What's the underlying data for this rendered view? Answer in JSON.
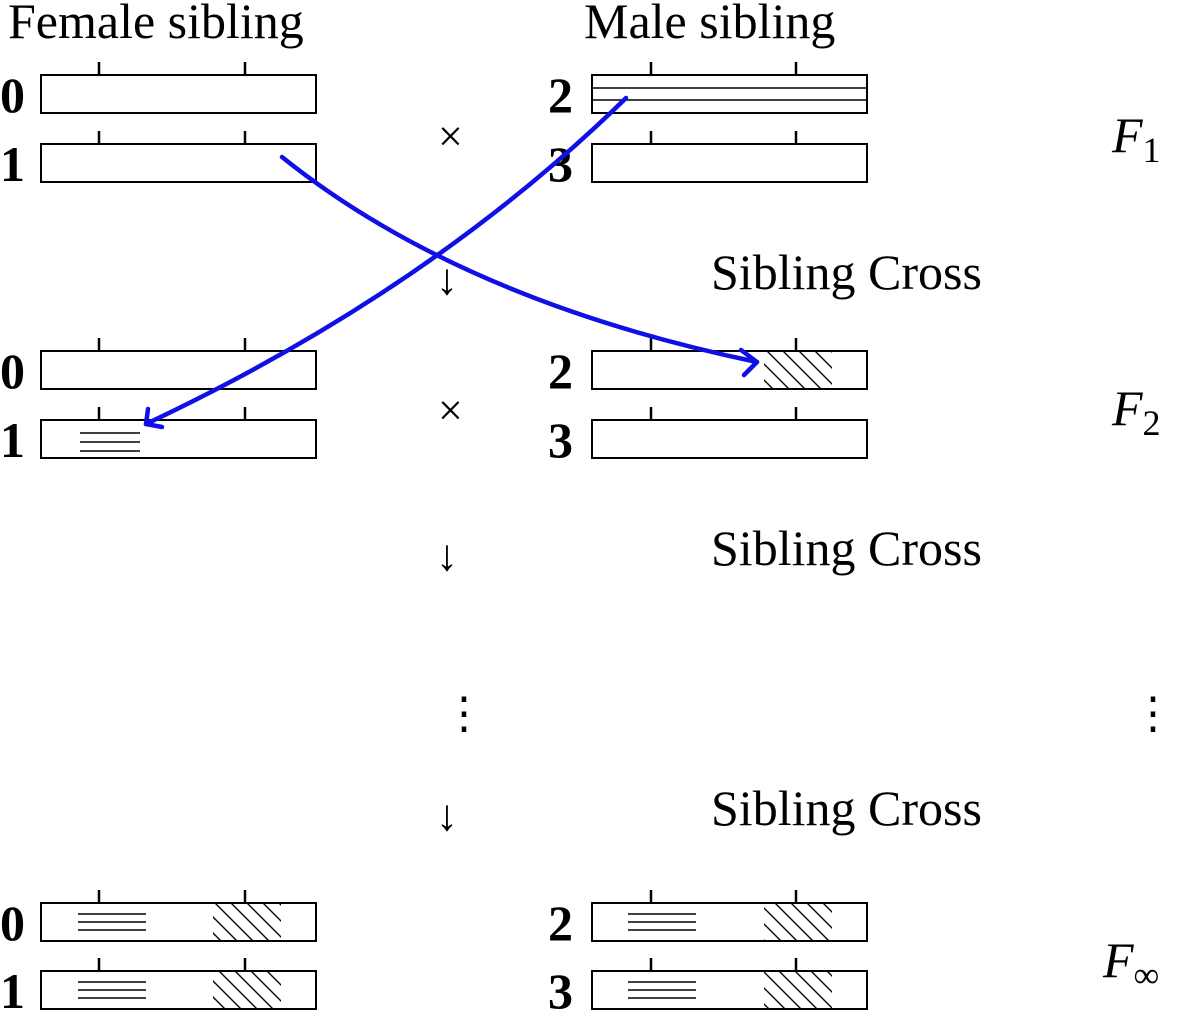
{
  "headers": {
    "female": "Female sibling",
    "male": "Male sibling"
  },
  "chrom_labels": [
    "0",
    "1",
    "2",
    "3"
  ],
  "generations": {
    "f1_base": "F",
    "f1_sub": "1",
    "f2_base": "F",
    "f2_sub": "2",
    "finf_base": "F",
    "finf_sub": "∞"
  },
  "symbols": {
    "cross": "×",
    "down_arrow": "↓",
    "vdots": "⋮"
  },
  "cross_label": "Sibling Cross",
  "colors": {
    "recombination_arrow": "#1010e6",
    "ink": "#000000"
  }
}
